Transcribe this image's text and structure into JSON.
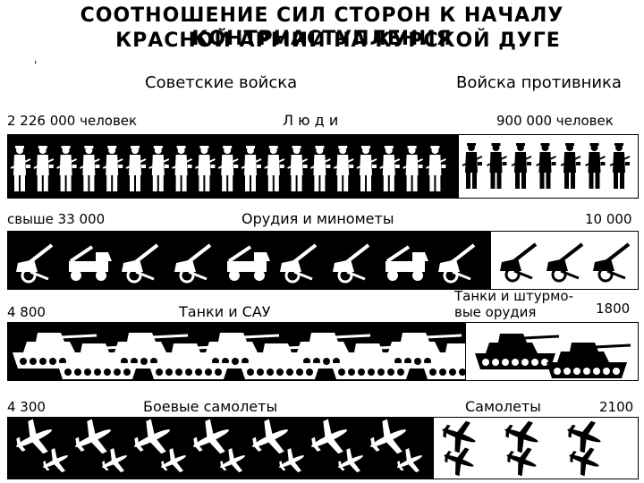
{
  "title": {
    "line1": "СООТНОШЕНИЕ СИЛ СТОРОН К НАЧАЛУ КОНТРНАСТУПЛЕНИЯ",
    "line2": "КРАСНОЙ АРМИИ НА КУРСКОЙ ДУГЕ"
  },
  "mark": "'",
  "headers": {
    "soviet": "Советские войска",
    "enemy": "Войска противника"
  },
  "rows": [
    {
      "id": "people",
      "category": "Л ю д и",
      "soviet_value": "2 226 000 человек",
      "enemy_value": "900 000 человек",
      "soviet_icon_count": 19,
      "enemy_icon_count": 7
    },
    {
      "id": "guns",
      "category": "Орудия и минометы",
      "soviet_value": "свыше 33 000",
      "enemy_value": "10 000",
      "soviet_icon_count": 9,
      "enemy_icon_count": 3
    },
    {
      "id": "tanks",
      "category": "Танки и САУ",
      "soviet_value": "4 800",
      "enemy_category": "Танки и штурмо-",
      "enemy_category_2": "вые орудия",
      "enemy_value": "1800",
      "soviet_icon_count": 10,
      "enemy_icon_count": 2
    },
    {
      "id": "planes",
      "category": "Боевые самолеты",
      "soviet_value": "4 300",
      "enemy_category": "Самолеты",
      "enemy_value": "2100",
      "soviet_icon_count": 14,
      "enemy_icon_count": 6
    }
  ],
  "colors": {
    "ink": "#000000",
    "paper": "#ffffff"
  },
  "icons": {
    "people": "soldier-icon",
    "guns": "artillery-icon",
    "tanks": "tank-icon",
    "planes": "plane-icon"
  }
}
